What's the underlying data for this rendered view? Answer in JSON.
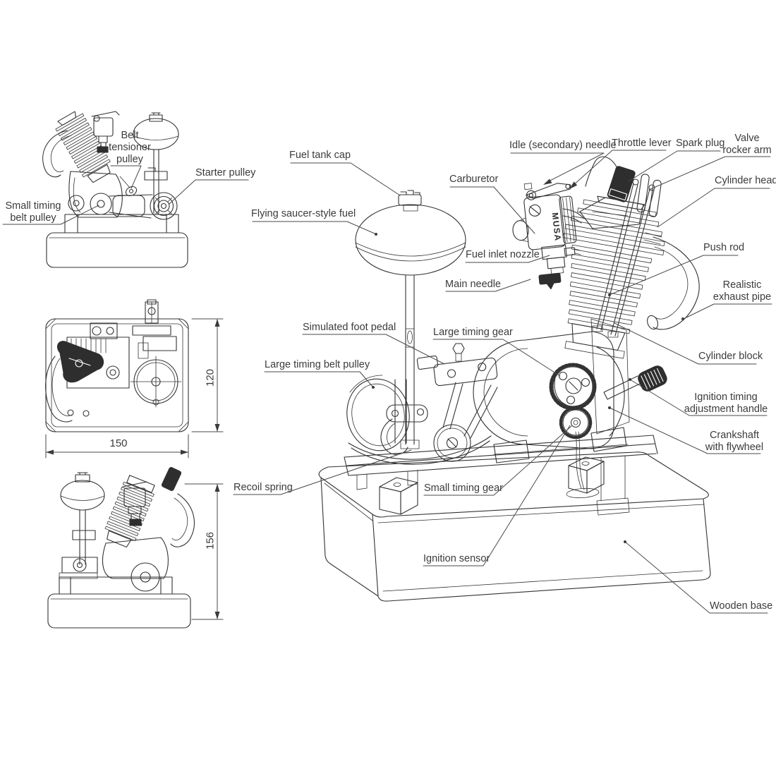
{
  "figure": {
    "background": "#ffffff",
    "line_color": "#333333",
    "text_color": "#3b3b3b",
    "description": "Technical line-drawing diagram of a model engine with three orthographic views and one labeled isometric view"
  },
  "side_view": {
    "labels": {
      "belt_tensioner_pulley": "Belt tensioner pulley",
      "starter_pulley": "Starter pulley",
      "small_timing_belt_pulley": "Small timing belt pulley"
    }
  },
  "top_view": {
    "dims": {
      "width": "150",
      "depth": "120"
    }
  },
  "front_view": {
    "dims": {
      "height": "156"
    }
  },
  "main_view": {
    "brand_marking": "MUSA",
    "labels": {
      "fuel_tank_cap": "Fuel tank cap",
      "flying_saucer_fuel": "Flying saucer-style fuel",
      "idle_needle": "Idle (secondary) needle",
      "throttle_lever": "Throttle lever",
      "spark_plug": "Spark plug",
      "valve_rocker_arm": "Valve rocker arm",
      "carburetor": "Carburetor",
      "cylinder_head": "Cylinder head",
      "fuel_inlet_nozzle": "Fuel inlet nozzle",
      "push_rod": "Push rod",
      "main_needle": "Main needle",
      "realistic_exhaust_pipe": "Realistic exhaust pipe",
      "simulated_foot_pedal": "Simulated foot pedal",
      "large_timing_gear": "Large timing gear",
      "large_timing_belt_pulley": "Large timing belt pulley",
      "cylinder_block": "Cylinder block",
      "ignition_timing_adjustment_handle": "Ignition timing adjustment handle",
      "crankshaft_with_flywheel": "Crankshaft with flywheel",
      "recoil_spring": "Recoil spring",
      "small_timing_gear": "Small timing gear",
      "ignition_sensor": "Ignition sensor",
      "wooden_base": "Wooden base"
    }
  }
}
